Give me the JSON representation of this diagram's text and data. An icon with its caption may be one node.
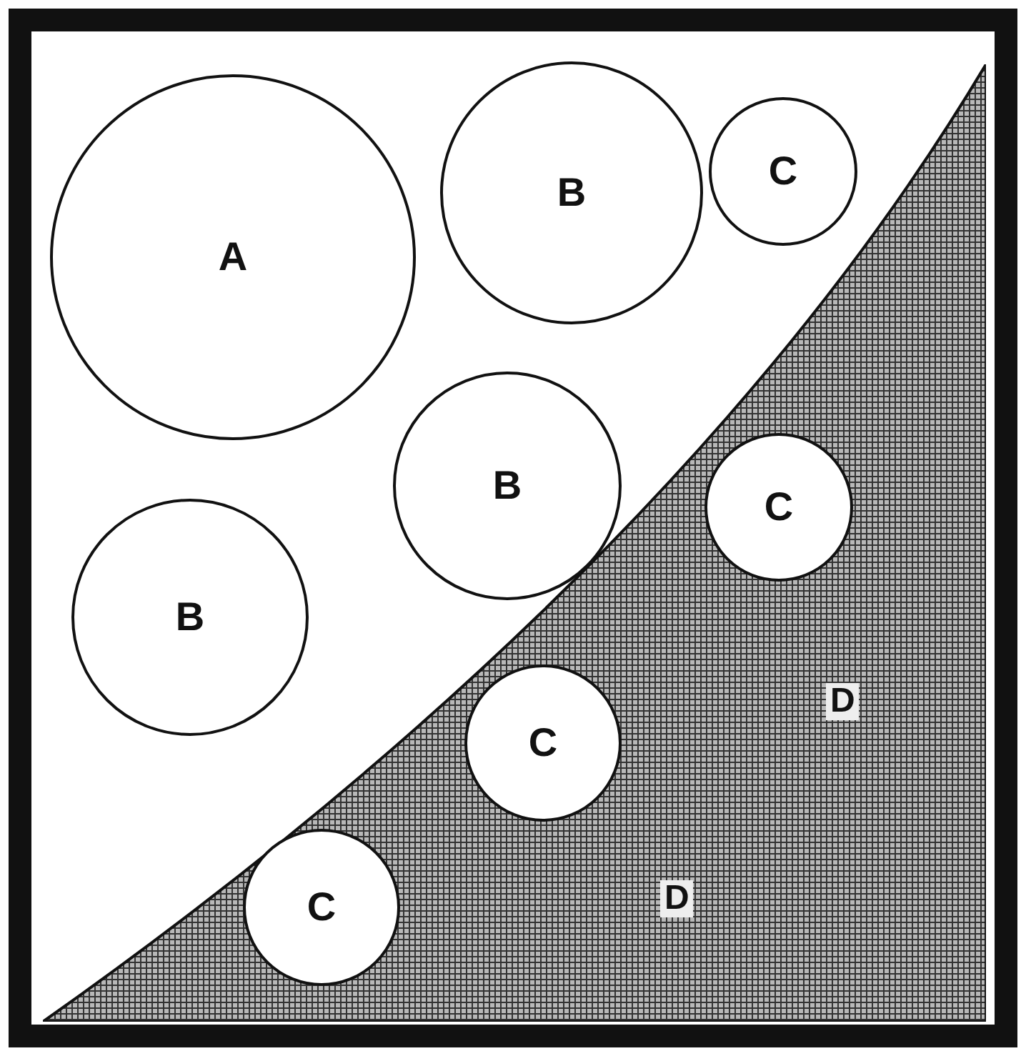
{
  "diagram": {
    "nodes": [
      {
        "text": [
          "A"
        ]
      },
      {
        "text": [
          "B"
        ]
      },
      {
        "text": [
          "C"
        ]
      },
      {
        "text": [
          "D",
          "D"
        ]
      },
      {
        "text": [
          "B"
        ]
      },
      {
        "text": [
          "C"
        ],
        "in": 3
      },
      {
        "text": [
          "B"
        ]
      },
      {
        "text": [
          "C"
        ],
        "in": 3
      },
      {
        "text": [
          "C"
        ],
        "in": 3
      }
    ]
  }
}
